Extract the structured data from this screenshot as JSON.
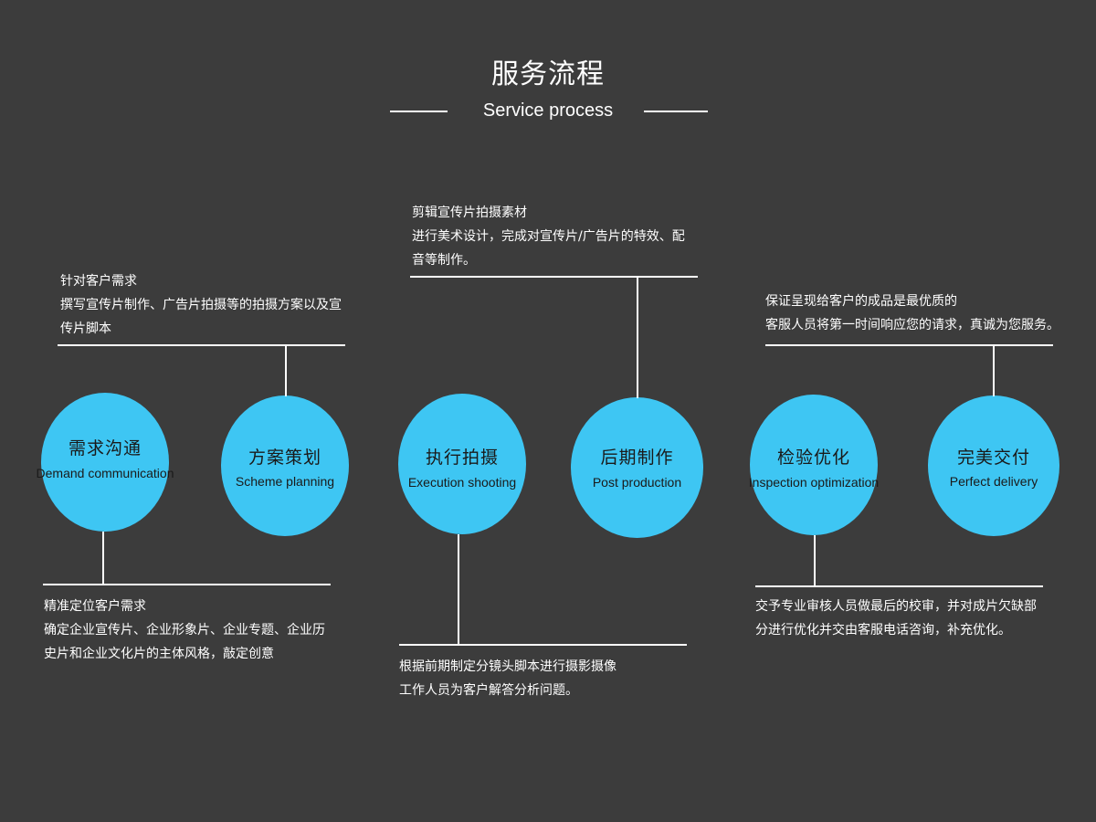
{
  "header": {
    "title": "服务流程",
    "subtitle": "Service process"
  },
  "steps": [
    {
      "cn": "需求沟通",
      "en": "Demand communication"
    },
    {
      "cn": "方案策划",
      "en": "Scheme planning"
    },
    {
      "cn": "执行拍摄",
      "en": "Execution shooting"
    },
    {
      "cn": "后期制作",
      "en": "Post production"
    },
    {
      "cn": "检验优化",
      "en": "Inspection optimization"
    },
    {
      "cn": "完美交付",
      "en": "Perfect delivery"
    }
  ],
  "descriptions": {
    "demand": [
      "精准定位客户需求",
      "确定企业宣传片、企业形象片、企业专题、企业历",
      "史片和企业文化片的主体风格，敲定创意"
    ],
    "scheme": [
      "针对客户需求",
      "撰写宣传片制作、广告片拍摄等的拍摄方案以及宣",
      "传片脚本"
    ],
    "shooting": [
      "根据前期制定分镜头脚本进行摄影摄像",
      "工作人员为客户解答分析问题。"
    ],
    "post": [
      "剪辑宣传片拍摄素材",
      "进行美术设计，完成对宣传片/广告片的特效、配",
      "音等制作。"
    ],
    "inspection": [
      "交予专业审核人员做最后的校审，并对成片欠缺部",
      "分进行优化并交由客服电话咨询，补充优化。"
    ],
    "delivery": [
      "保证呈现给客户的成品是最优质的",
      "客服人员将第一时间响应您的请求，真诚为您服务。"
    ]
  },
  "colors": {
    "background": "#3c3c3c",
    "circle": "#3ec6f3",
    "line": "#ffffff",
    "circle_text": "#1a1a1a"
  }
}
